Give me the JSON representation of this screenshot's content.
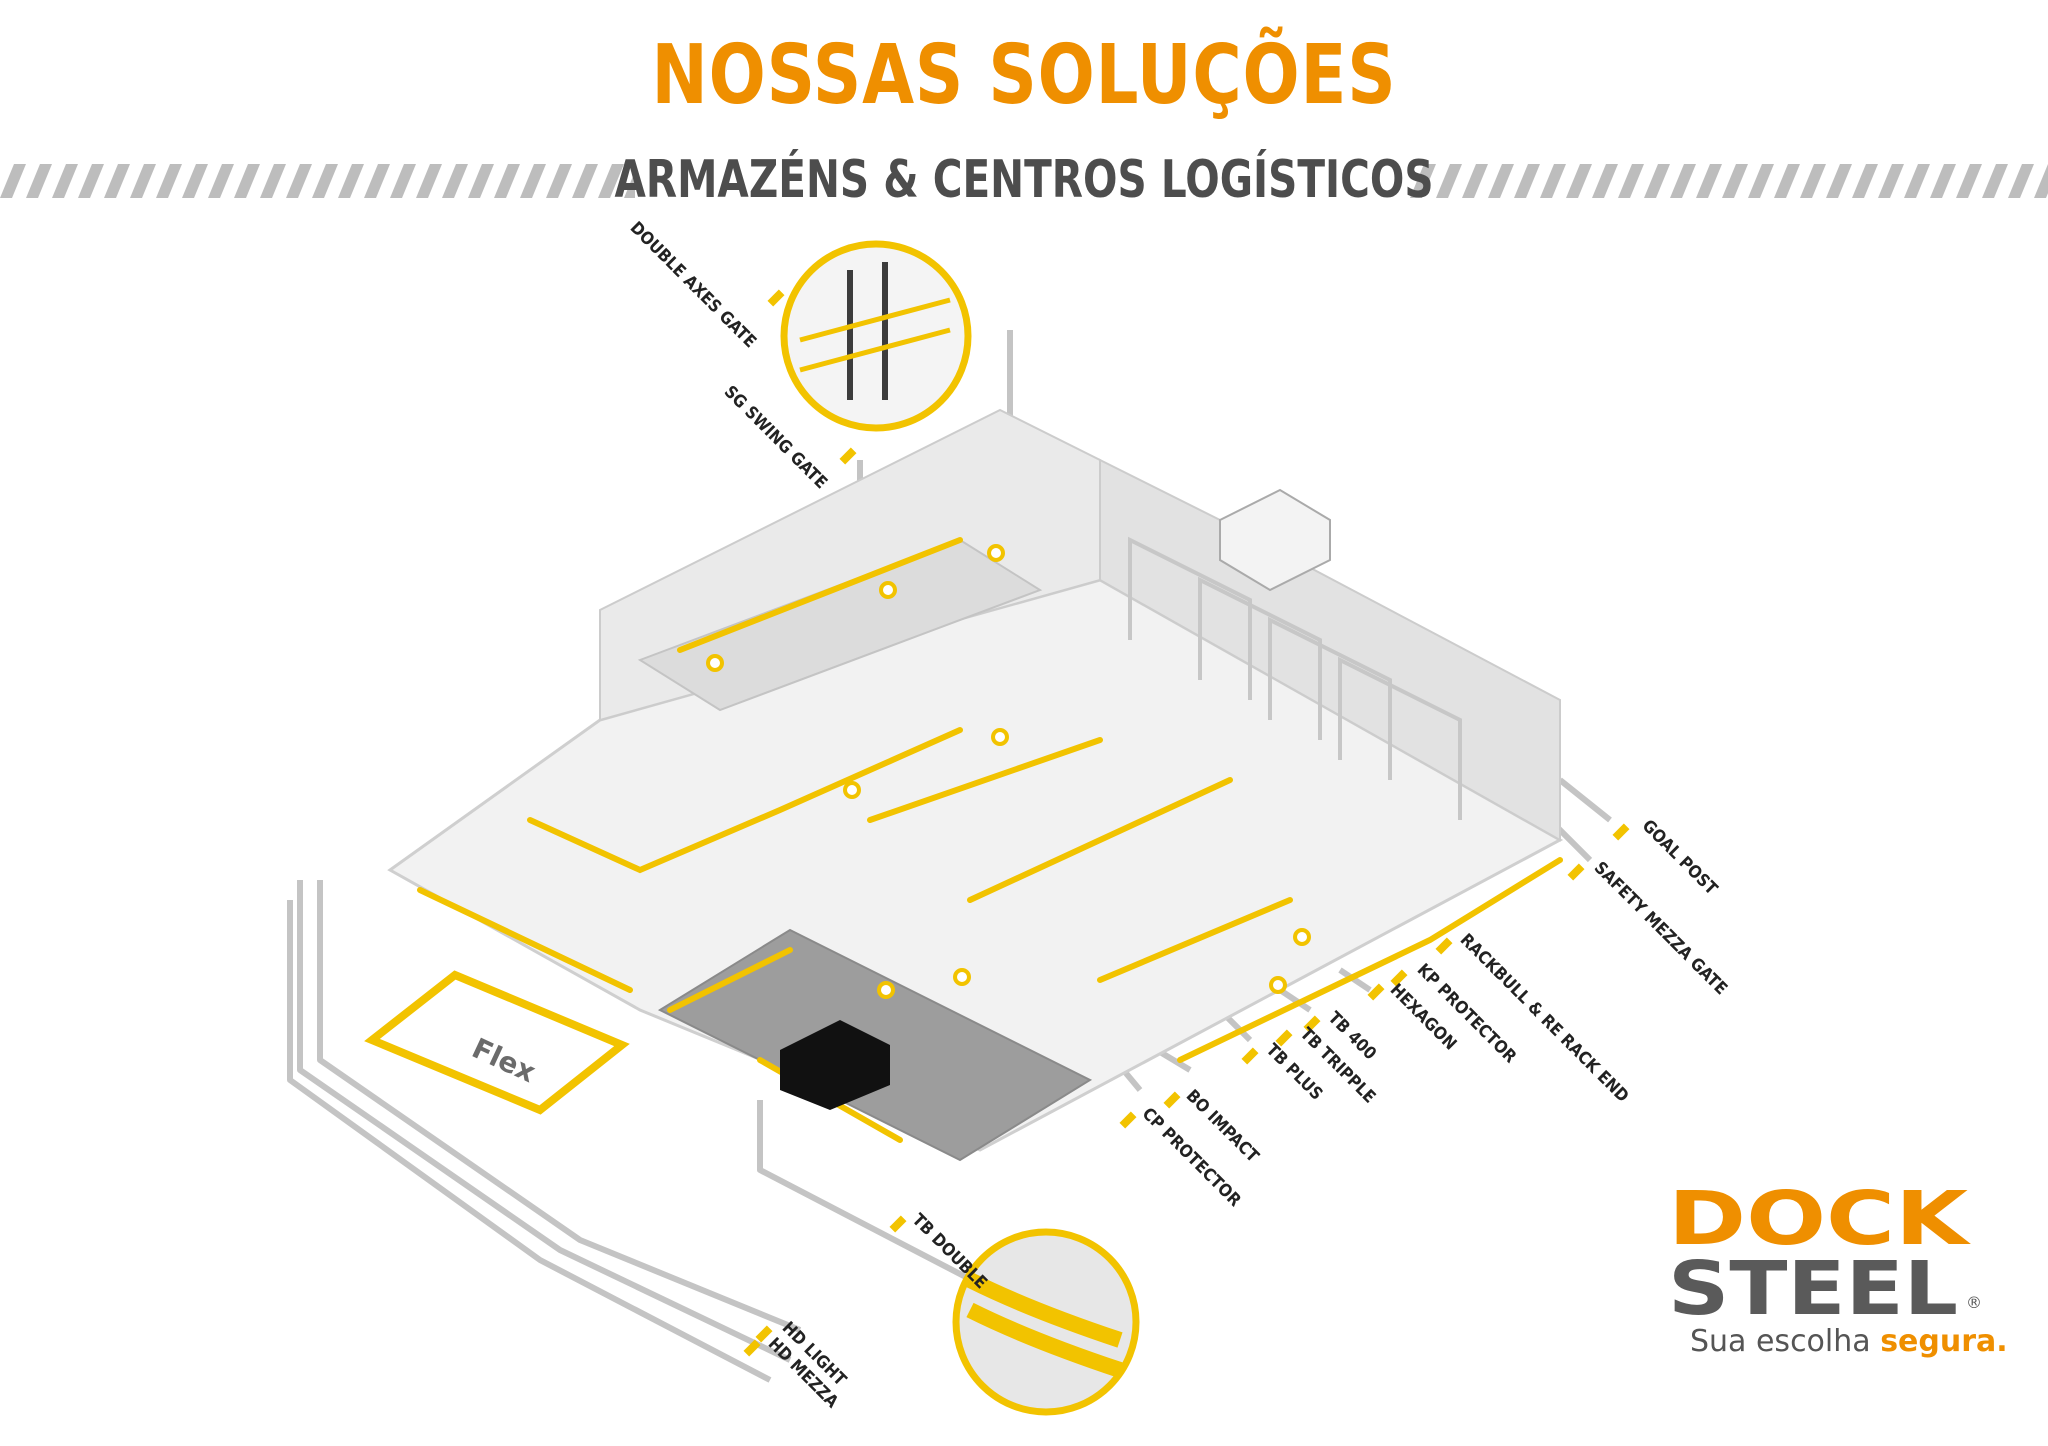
{
  "header": {
    "title": "NOSSAS SOLUÇÕES",
    "subtitle": "ARMAZÉNS & CENTROS LOGÍSTICOS"
  },
  "labels": {
    "double_axes_gate": "DOUBLE AXES GATE",
    "sg_swing_gate": "SG SWING GATE",
    "goal_post": "GOAL POST",
    "safety_mezza_gate": "SAFETY MEZZA GATE",
    "rackbull": "RACKBULL & RE RACK END",
    "kp_protector": "KP PROTECTOR",
    "hexagon": "HEXAGON",
    "tb_400": "TB 400",
    "tb_tripple": "TB TRIPPLE",
    "tb_plus": "TB PLUS",
    "bo_impact": "BO IMPACT",
    "cp_protector": "CP PROTECTOR",
    "tb_double": "TB DOUBLE",
    "hd_light": "HD LIGHT",
    "hd_mezza": "HD MEZZA"
  },
  "floor_logo": {
    "brand": "Flex"
  },
  "brand": {
    "name_top": "DOCK",
    "name_bottom": "STEEL",
    "registered": "®",
    "tagline_regular": "Sua escolha",
    "tagline_bold": "segura."
  },
  "colors": {
    "accent": "#ef8f00",
    "yellow": "#f2c300",
    "dark_gray": "#4d4d4d",
    "line_gray": "#b9b9b9"
  },
  "icons": [
    "safety-gate-detail-icon",
    "bumper-detail-icon",
    "van-icon",
    "truck-icon",
    "forklift-icon",
    "worker-icon"
  ]
}
